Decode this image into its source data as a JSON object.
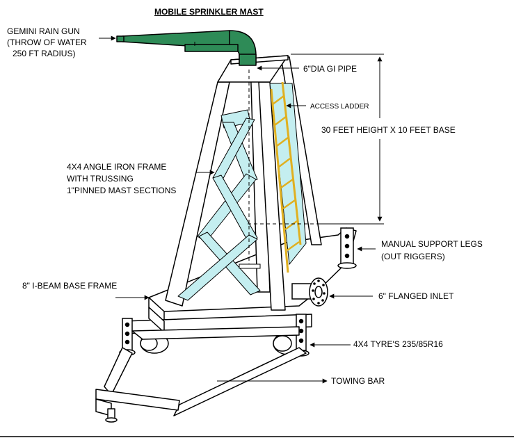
{
  "title": "MOBILE SPRINKLER MAST",
  "labels": {
    "rain_gun": [
      "GEMINI RAIN GUN",
      "(THROW OF WATER",
      "250 FT RADIUS)"
    ],
    "pipe": "6\"DIA GI PIPE",
    "ladder": "ACCESS LADDER",
    "height": "30 FEET HEIGHT X 10 FEET BASE",
    "frame": [
      "4X4 ANGLE IRON FRAME",
      "WITH TRUSSING",
      "1\"PINNED MAST SECTIONS"
    ],
    "legs": [
      "MANUAL SUPPORT LEGS",
      "(OUT RIGGERS)"
    ],
    "base": "8\" I-BEAM BASE FRAME",
    "inlet": "6\" FLANGED INLET",
    "tyres": "4X4 TYRE'S 235/85R16",
    "towing": "TOWING BAR"
  },
  "colors": {
    "pipe": "#2e8b57",
    "truss": "#c4eef0",
    "ladder": "#e0b020",
    "line": "#000000",
    "fill": "#ffffff"
  }
}
